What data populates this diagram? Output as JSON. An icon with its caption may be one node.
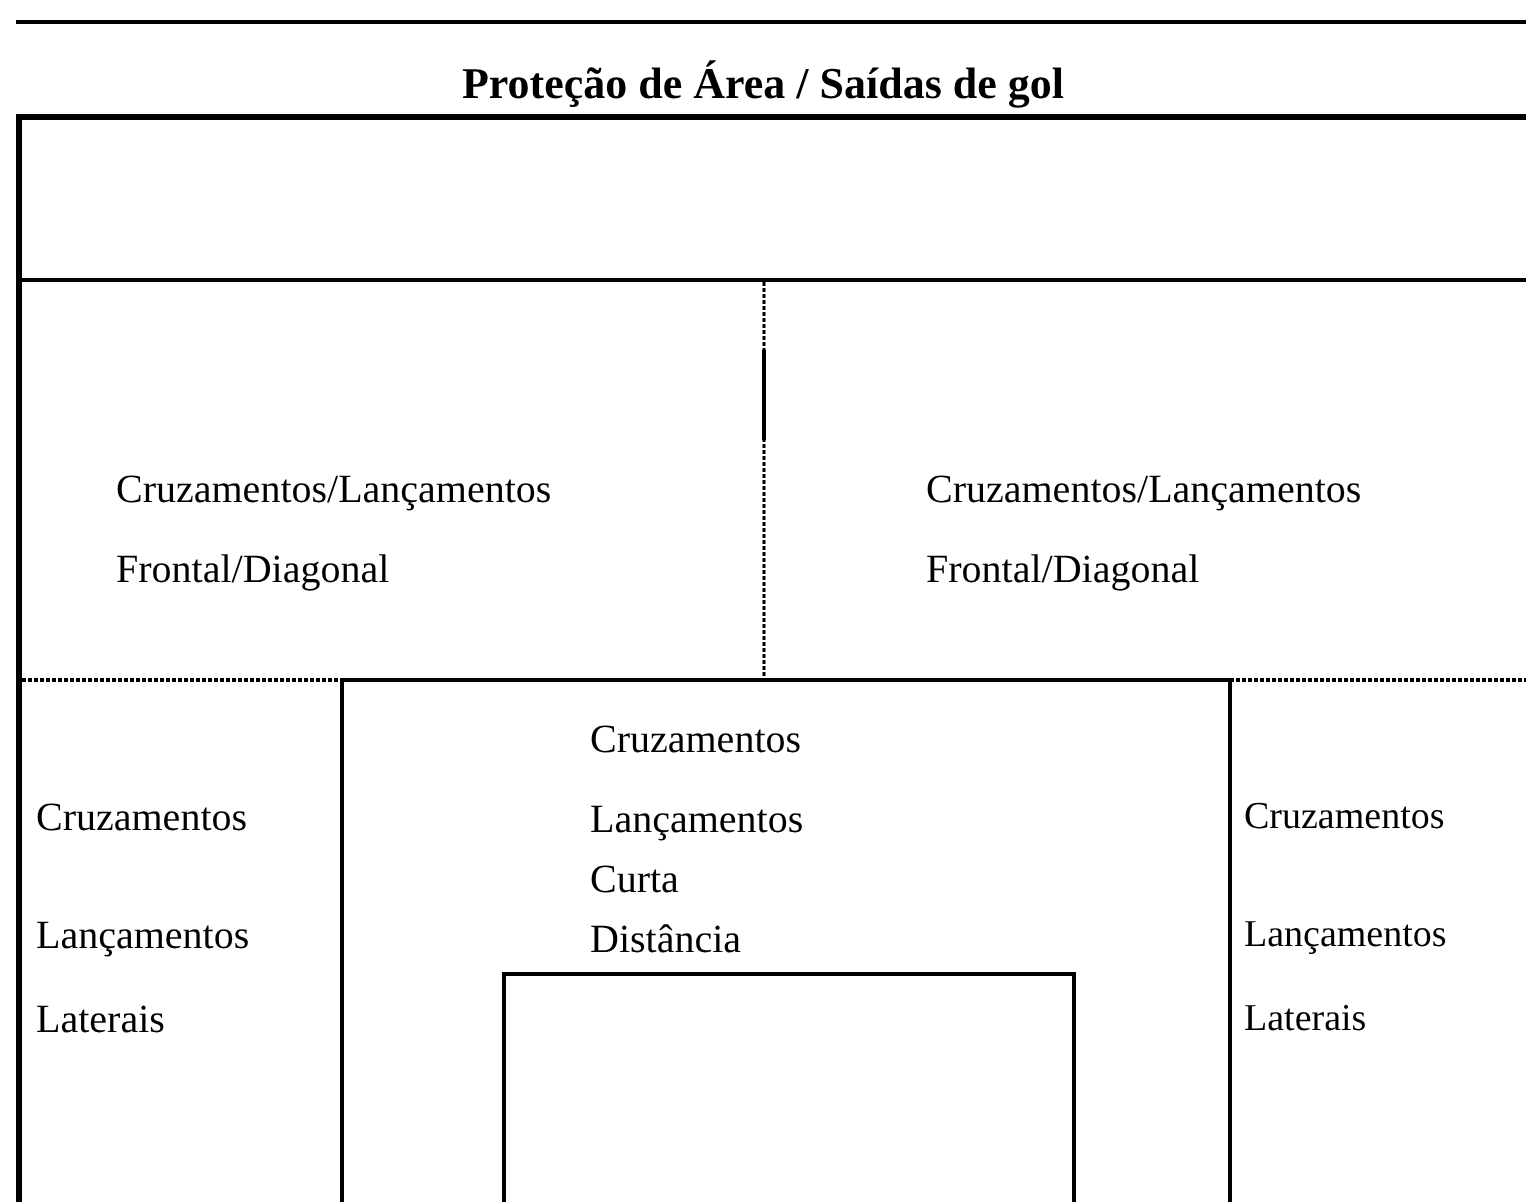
{
  "diagram": {
    "title": "Proteção de Área / Saídas de gol",
    "nodes": [
      {
        "text": [],
        "shape": "box"
      },
      {
        "text": [
          "Cruzamentos/Lançamentos",
          "Frontal/Diagonal"
        ]
      },
      {
        "text": [
          "Cruzamentos/Lançamentos",
          "Frontal/Diagonal"
        ]
      },
      {
        "text": [
          "Cruzamentos",
          "Lançamentos",
          "Laterais"
        ]
      },
      {
        "text": [
          "Cruzamentos",
          "Lançamentos",
          "Curta",
          "Distância"
        ]
      },
      {
        "text": [],
        "shape": "box",
        "in": 4
      },
      {
        "text": [
          "Cruzamentos",
          "Lançamentos",
          "Laterais"
        ]
      }
    ]
  }
}
